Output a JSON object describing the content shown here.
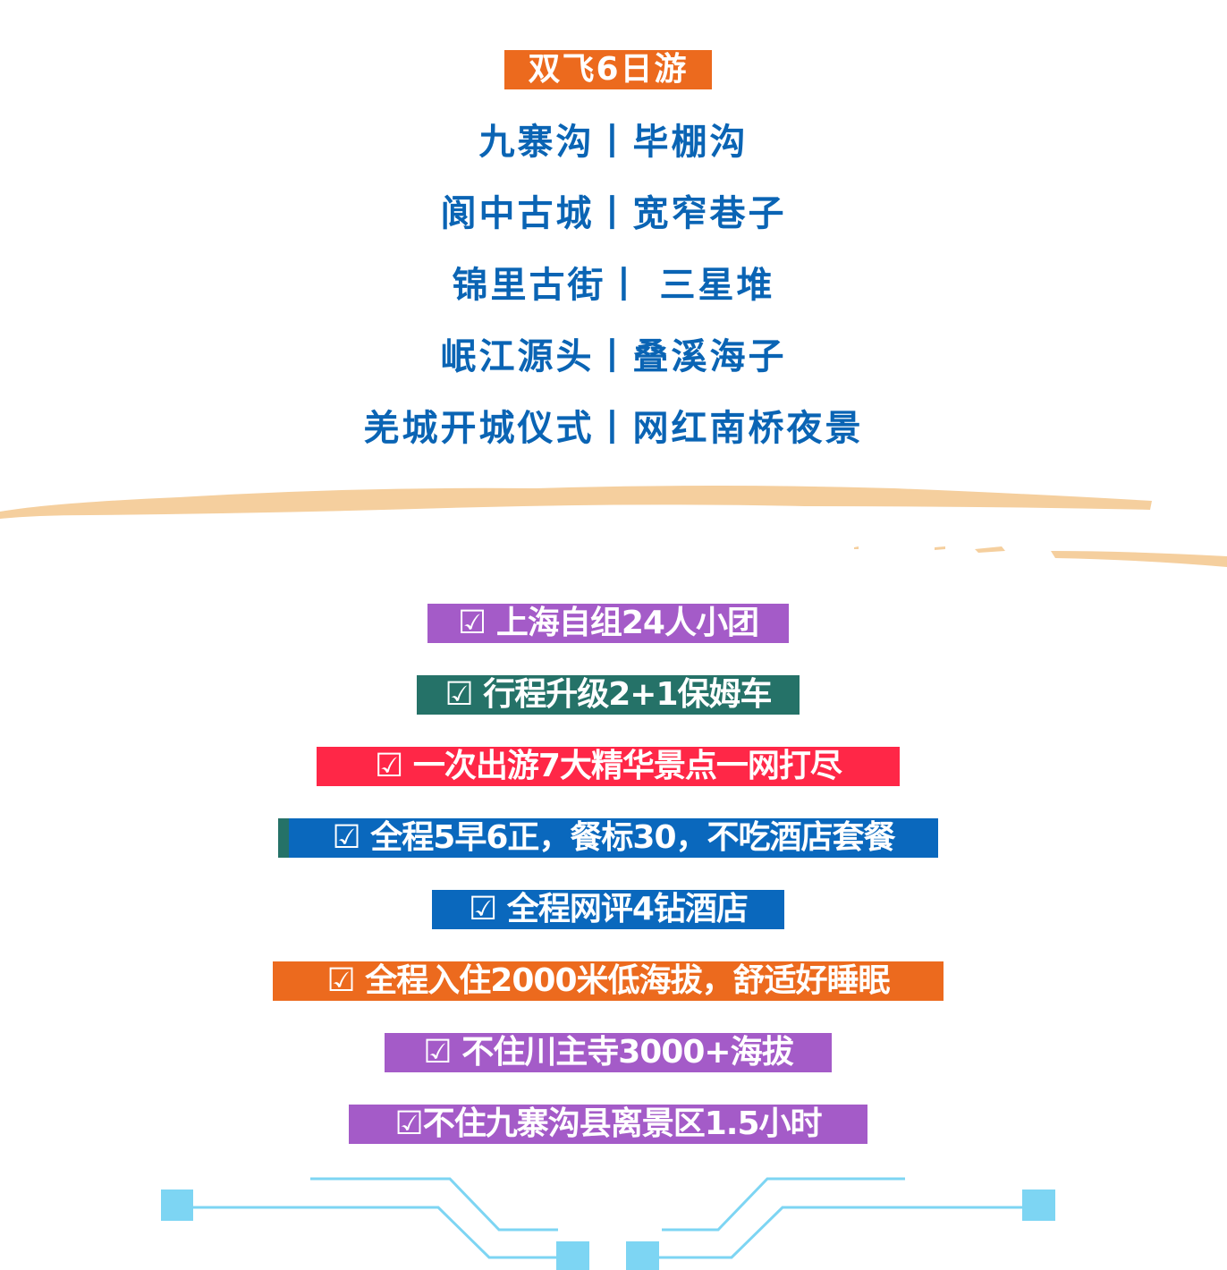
{
  "header": {
    "title": "双飞6日游",
    "title_color": "#ec6a1e"
  },
  "routes": [
    "九寨沟丨毕棚沟",
    "阆中古城丨宽窄巷子",
    "锦里古街丨 三星堆",
    "岷江源头丨叠溪海子",
    "羌城开城仪式丨网红南桥夜景"
  ],
  "route_color": "#0a64b4",
  "highlights": [
    {
      "label": "☑ 上海自组24人小团",
      "color": "#a45bc8"
    },
    {
      "label": "☑ 行程升级2+1保姆车",
      "color": "#257268"
    },
    {
      "label": "☑ 一次出游7大精华景点一网打尽",
      "color": "#ff2747"
    },
    {
      "label": "☑ 全程5早6正，餐标30，不吃酒店套餐",
      "color": "#0a68bd"
    },
    {
      "label": "☑ 全程网评4钻酒店",
      "color": "#0a68bd"
    },
    {
      "label": "☑ 全程入住2000米低海拔，舒适好睡眠",
      "color": "#ec6a1e"
    },
    {
      "label": "☑ 不住川主寺3000+海拔",
      "color": "#a45bc8"
    },
    {
      "label": "☑不住九寨沟县离景区1.5小时",
      "color": "#a45bc8"
    }
  ],
  "decor": {
    "brush_color": "#f5cf9e",
    "circuit_color": "#7dd5f3"
  }
}
